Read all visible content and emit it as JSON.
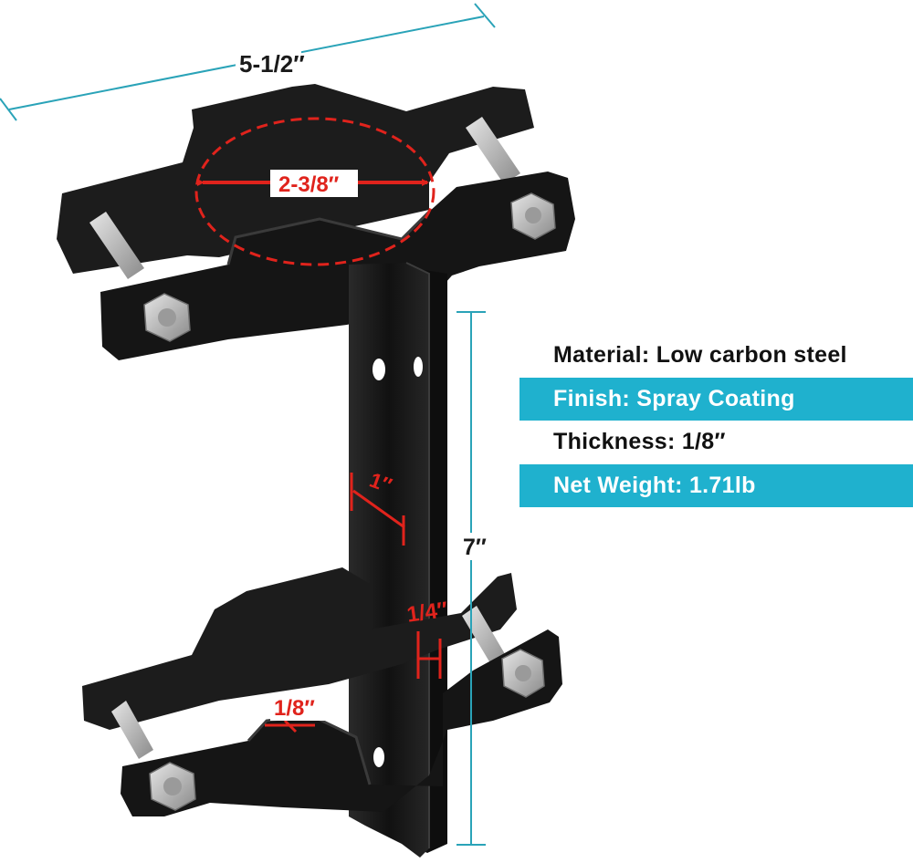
{
  "colors": {
    "accent": "#1fb1ce",
    "dimension_red": "#e0231c",
    "dimension_teal": "#2aa3b8",
    "steel": "#1b1b1b",
    "bolt": "#b8b8b8"
  },
  "dimensions": {
    "width": "5-1/2″",
    "pipe_diameter": "2-3/8″",
    "plate_width": "1″",
    "plate_gap": "1/4″",
    "thickness": "1/8″",
    "height": "7″"
  },
  "specs": [
    {
      "text": "Material: Low carbon steel",
      "highlighted": false
    },
    {
      "text": "Finish: Spray Coating",
      "highlighted": true
    },
    {
      "text": "Thickness: 1/8″",
      "highlighted": false
    },
    {
      "text": "Net Weight: 1.71lb",
      "highlighted": true
    }
  ]
}
